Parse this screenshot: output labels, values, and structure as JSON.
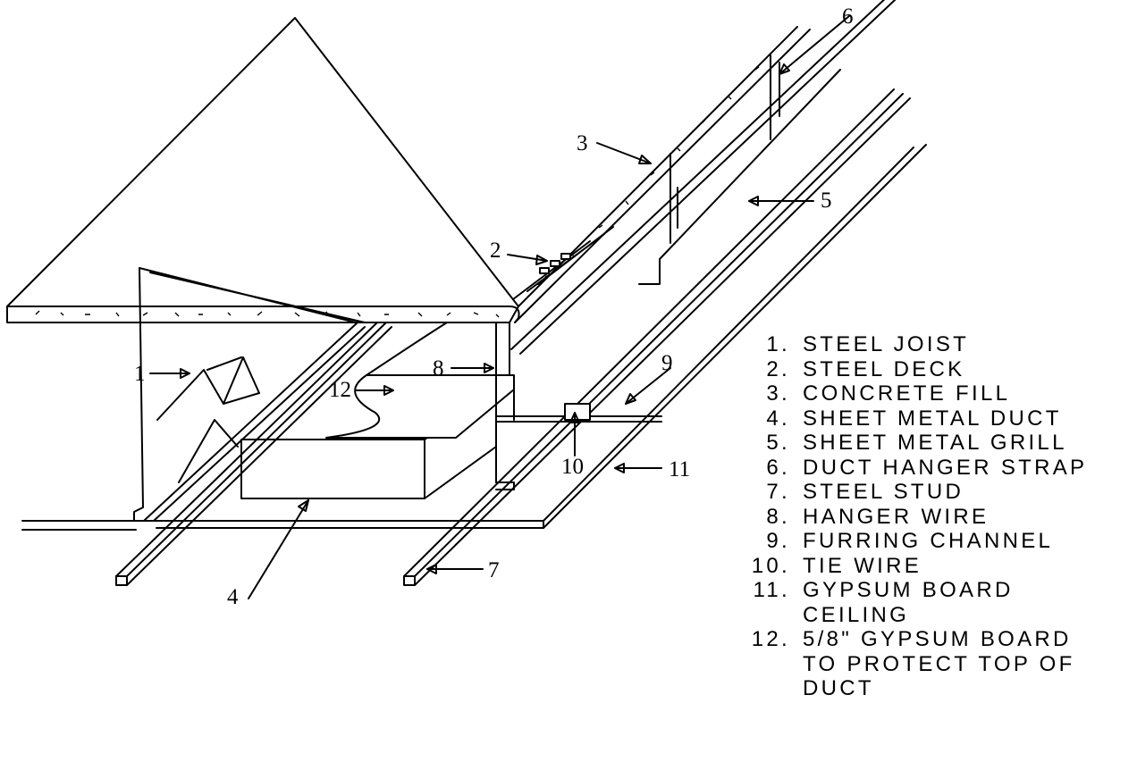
{
  "callouts": [
    {
      "num": "1",
      "part": "steel-joist"
    },
    {
      "num": "2",
      "part": "steel-deck"
    },
    {
      "num": "3",
      "part": "concrete-fill"
    },
    {
      "num": "4",
      "part": "sheet-metal-duct"
    },
    {
      "num": "5",
      "part": "sheet-metal-grill"
    },
    {
      "num": "6",
      "part": "duct-hanger-strap"
    },
    {
      "num": "7",
      "part": "steel-stud"
    },
    {
      "num": "8",
      "part": "hanger-wire"
    },
    {
      "num": "9",
      "part": "furring-channel"
    },
    {
      "num": "10",
      "part": "tie-wire"
    },
    {
      "num": "11",
      "part": "gypsum-board-ceiling"
    },
    {
      "num": "12",
      "part": "gypsum-board-duct-top"
    }
  ],
  "legend": [
    {
      "num": "1.",
      "text": "STEEL JOIST"
    },
    {
      "num": "2.",
      "text": "STEEL DECK"
    },
    {
      "num": "3.",
      "text": "CONCRETE FILL"
    },
    {
      "num": "4.",
      "text": "SHEET METAL DUCT"
    },
    {
      "num": "5.",
      "text": "SHEET METAL GRILL"
    },
    {
      "num": "6.",
      "text": "DUCT HANGER STRAP"
    },
    {
      "num": "7.",
      "text": "STEEL STUD"
    },
    {
      "num": "8.",
      "text": "HANGER WIRE"
    },
    {
      "num": "9.",
      "text": "FURRING CHANNEL"
    },
    {
      "num": "10.",
      "text": "TIE WIRE"
    },
    {
      "num": "11.",
      "text": "GYPSUM BOARD\nCEILING"
    },
    {
      "num": "12.",
      "text": "5/8\" GYPSUM BOARD\nTO PROTECT TOP OF\nDUCT"
    }
  ]
}
